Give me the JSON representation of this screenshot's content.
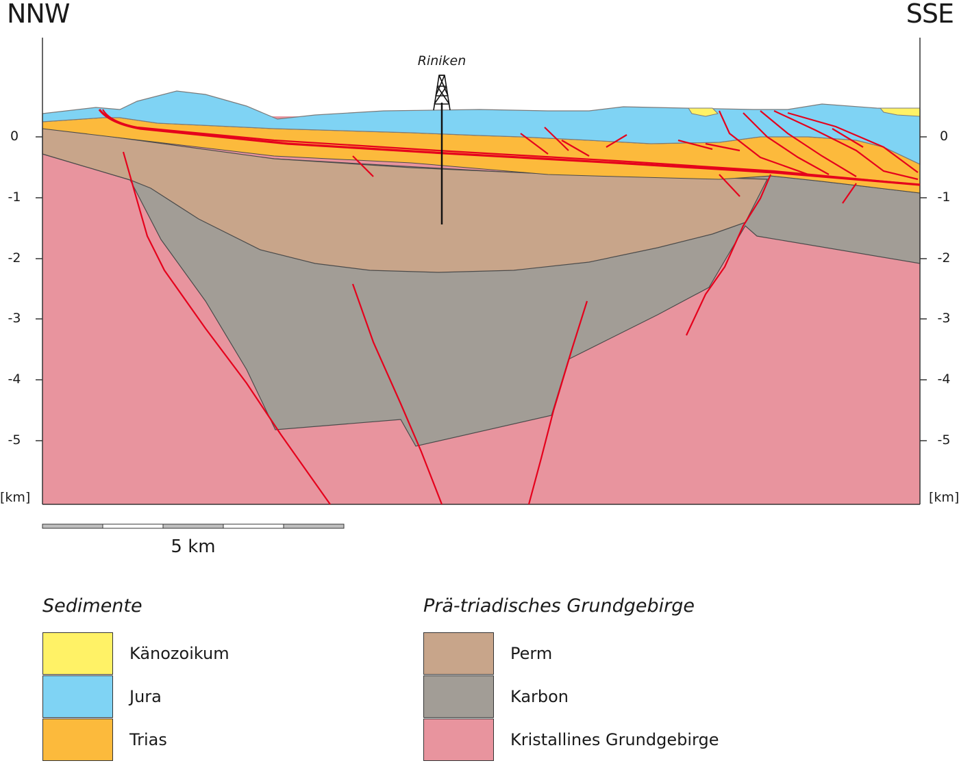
{
  "orientation": {
    "left": "NNW",
    "right": "SSE"
  },
  "borehole": {
    "label": "Riniken"
  },
  "depth_axis": {
    "ticks": [
      "0",
      "-1",
      "-2",
      "-3",
      "-4",
      "-5"
    ],
    "unit": "[km]"
  },
  "scale_bar": {
    "label": "5 km"
  },
  "legend": {
    "groups": [
      {
        "title": "Sedimente",
        "items": [
          {
            "label": "Känozoikum",
            "color": "#fff266"
          },
          {
            "label": "Jura",
            "color": "#7fd3f4"
          },
          {
            "label": "Trias",
            "color": "#fcba3c"
          }
        ]
      },
      {
        "title": "Prä-triadisches Grundgebirge",
        "items": [
          {
            "label": "Perm",
            "color": "#c8a58a"
          },
          {
            "label": "Karbon",
            "color": "#a29d96"
          },
          {
            "label": "Kristallines Grundgebirge",
            "color": "#e8949e"
          }
        ]
      }
    ]
  },
  "colors": {
    "fault": "#e5001c",
    "boundary": "#4a4a4a"
  }
}
